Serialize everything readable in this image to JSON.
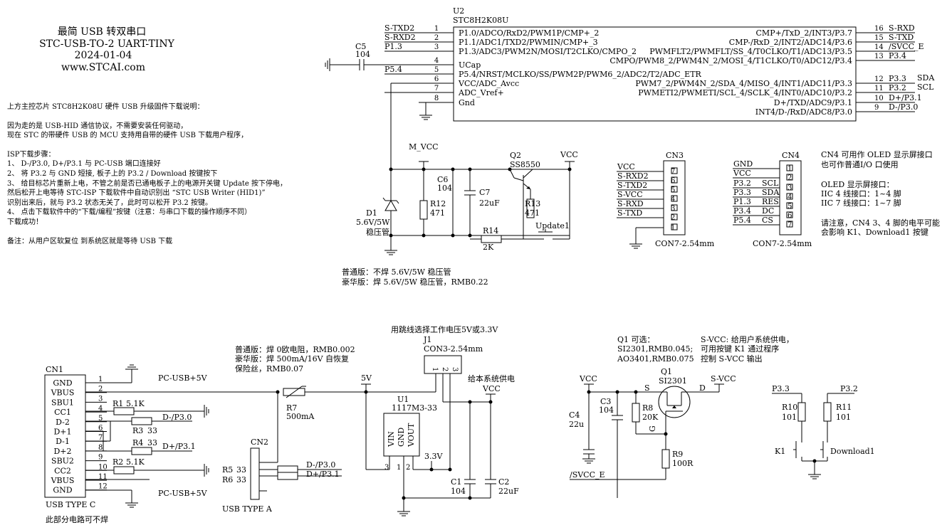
{
  "header": {
    "title_lines": [
      "最简 USB 转双串口",
      "STC-USB-TO-2 UART-TINY",
      "2024-01-04",
      "www.STCAI.com"
    ]
  },
  "notes": {
    "lines": [
      "上方主控芯片 STC8H2K08U 硬件 USB 升级固件下载说明：",
      "",
      "因为走的是 USB-HID 通信协议，不需要安装任何驱动，",
      "现在 STC 的带硬件 USB 的 MCU 支持用自带的硬件 USB 下载用户程序，",
      "",
      "ISP下载步骤：",
      "1、 D-/P3.0, D+/P3.1 与 PC-USB 端口连接好",
      "2、 将 P3.2 与 GND 短接, 板子上的 P3.2 / Download  按键按下",
      "3、 给目标芯片重新上电，不管之前是否已通电板子上的电源开关键 Update 按下停电，",
      "     然后松开上电等待 STC-ISP 下载软件中自动识别出 “STC USB Writer (HID1)”",
      "     识别出来后，就与 P3.2 状态无关了，此时可以松开 P3.2 按键。",
      "4、 点击下载软件中的“下载/编程”按键（注意：与串口下载的操作顺序不同）",
      "     下载成功！",
      "",
      "备注：从用户区软复位 到系统区就是等待 USB 下载"
    ]
  },
  "u2": {
    "ref": "U2",
    "part": "STC8H2K08U",
    "left_pins": [
      {
        "num": "1",
        "net": "S-TXD2",
        "name": "P1.0/ADCO/RxD2/PWM1P/CMP+_2"
      },
      {
        "num": "2",
        "net": "S-RXD2",
        "name": "P1.1/ADC1/TXD2/PWMIN/CMP+_3"
      },
      {
        "num": "3",
        "net": "P1.3",
        "name": "P1.3/ADC3/PWM2N/MOSI/T2CLKO/CMPO_2"
      },
      {
        "num": "4",
        "net": "",
        "name": "UCap"
      },
      {
        "num": "5",
        "net": "P5.4",
        "name": "P5.4/NRST/MCLKO/SS/PWM2P/PWM6_2/ADC2/T2/ADC_ETR"
      },
      {
        "num": "6",
        "net": "",
        "name": "VCC/ADC_Avcc"
      },
      {
        "num": "7",
        "net": "",
        "name": "ADC_Vref+"
      },
      {
        "num": "8",
        "net": "",
        "name": "Gnd"
      }
    ],
    "right_pins": [
      {
        "num": "16",
        "net": "S-RXD",
        "extra": "",
        "name": "CMP+/TxD_2/INT3/P3.7"
      },
      {
        "num": "15",
        "net": "S-TXD",
        "extra": "",
        "name": "CMP-/RxD_2/INT2/ADC14/P3.6"
      },
      {
        "num": "14",
        "net": "/SVCC_E",
        "extra": "",
        "name": "PWMFLT2/PWMFLT/SS_4/T0CLKO/T1/ADC13/P3.5"
      },
      {
        "num": "13",
        "net": "P3.4",
        "extra": "",
        "name": "CMPO/PWM8_2/PWM4N_2/MOSI_4/T1CLKO/T0/ADC12/P3.4"
      },
      {
        "num": "12",
        "net": "P3.3",
        "extra": "SDA",
        "name": "PWM7_2/PWM4N_2/SDA_4/MISO_4/INT1/ADC11/P3.3"
      },
      {
        "num": "11",
        "net": "P3.2",
        "extra": "SCL",
        "name": "PWMETI2/PWMETI/SCL_4/SCLK_4/INT0/ADC10/P3.2"
      },
      {
        "num": "10",
        "net": "D+/P3.1",
        "extra": "",
        "name": "D+/TXD/ADC9/P3.1"
      },
      {
        "num": "9",
        "net": "D-/P3.0",
        "extra": "",
        "name": "INT4/D-/RxD/ADC8/P3.0"
      }
    ]
  },
  "power_section": {
    "c5": {
      "ref": "C5",
      "value": "104"
    },
    "m_vcc": "M_VCC",
    "vcc": "VCC",
    "d1": {
      "ref": "D1",
      "value": "5.6V/5W",
      "desc": "稳压管"
    },
    "r12": {
      "ref": "R12",
      "value": "471"
    },
    "c6": {
      "ref": "C6",
      "value": "104"
    },
    "c7": {
      "ref": "C7",
      "value": "22uF"
    },
    "q2": {
      "ref": "Q2",
      "part": "SS8550"
    },
    "r13": {
      "ref": "R13",
      "value": "471"
    },
    "r14": {
      "ref": "R14",
      "value": "2K"
    },
    "update": "Update1",
    "version_notes": [
      "普通版：不焊 5.6V/5W 稳压管",
      "豪华版：焊   5.6V/5W 稳压管，RMB0.22"
    ]
  },
  "cn3": {
    "ref": "CN3",
    "footprint": "CON7-2.54mm",
    "pins": [
      {
        "num": "7",
        "net": "VCC"
      },
      {
        "num": "6",
        "net": "S-RXD2"
      },
      {
        "num": "5",
        "net": "S-TXD2"
      },
      {
        "num": "4",
        "net": "S-VCC"
      },
      {
        "num": "3",
        "net": "S-RXD"
      },
      {
        "num": "2",
        "net": "S-TXD"
      },
      {
        "num": "1",
        "net": ""
      }
    ]
  },
  "cn4": {
    "ref": "CN4",
    "footprint": "CON7-2.54mm",
    "pins": [
      {
        "num": "1",
        "net": "GND",
        "func": ""
      },
      {
        "num": "2",
        "net": "VCC",
        "func": ""
      },
      {
        "num": "3",
        "net": "P3.2",
        "func": "SCL"
      },
      {
        "num": "4",
        "net": "P3.3",
        "func": "SDA"
      },
      {
        "num": "5",
        "net": "P1.3",
        "func": "RES"
      },
      {
        "num": "6",
        "net": "P3.4",
        "func": "DC"
      },
      {
        "num": "7",
        "net": "P5.4",
        "func": "CS"
      }
    ],
    "notes": [
      "CN4 可用作 OLED 显示屏接口",
      "也可作普通I/O 口使用",
      "",
      "OLED 显示屏接口：",
      "IIC 4 线接口：1~4 脚",
      "IIC 7 线接口：1~7 脚",
      "",
      "请注意，CN4 3、4 脚的电平可能",
      "会影响 K1、Download1 按键"
    ]
  },
  "usb_section": {
    "cn1": {
      "ref": "CN1",
      "type": "USB TYPE C",
      "note": "此部分电路可不焊",
      "pins": [
        {
          "num": "1",
          "name": "GND"
        },
        {
          "num": "2",
          "name": "VBUS"
        },
        {
          "num": "3",
          "name": "SBU1"
        },
        {
          "num": "4",
          "name": "CC1"
        },
        {
          "num": "5",
          "name": "D-2"
        },
        {
          "num": "6",
          "name": "D+1"
        },
        {
          "num": "7",
          "name": "D-1"
        },
        {
          "num": "8",
          "name": "D+2"
        },
        {
          "num": "9",
          "name": "SBU2"
        },
        {
          "num": "10",
          "name": "CC2"
        },
        {
          "num": "11",
          "name": "VBUS"
        },
        {
          "num": "12",
          "name": "GND"
        }
      ]
    },
    "r1": {
      "ref": "R1",
      "value": "5.1K"
    },
    "r2": {
      "ref": "R2",
      "value": "5.1K"
    },
    "r3": {
      "ref": "R3",
      "value": "33"
    },
    "r4": {
      "ref": "R4",
      "value": "33"
    },
    "d_minus": "D-/P3.0",
    "d_plus": "D+/P3.1",
    "pc_usb": "PC-USB+5V",
    "r7": {
      "ref": "R7",
      "value": "500mA"
    },
    "r7_notes": [
      "普通版：焊 0欧电阻，RMB0.002",
      "豪华版：焊 500mA/16V 自恢复",
      "            保险丝，RMB0.07"
    ],
    "cn2": {
      "ref": "CN2",
      "type": "USB TYPE A"
    },
    "r5": {
      "ref": "R5",
      "value": "33"
    },
    "r6": {
      "ref": "R6",
      "value": "33"
    },
    "jumper_title": "用跳线选择工作电压5V或3.3V",
    "j1": {
      "ref": "J1",
      "footprint": "CON3-2.54mm",
      "pins": [
        "1",
        "2",
        "3"
      ]
    },
    "net_5v": "5V",
    "u1": {
      "ref": "U1",
      "part": "1117M3-33",
      "pins": [
        "VIN",
        "GND",
        "VOUT"
      ],
      "pinnums": [
        "3",
        "1",
        "2"
      ]
    },
    "net_3v3": "3.3V",
    "supply_label": "给本系统供电",
    "vcc": "VCC",
    "c1": {
      "ref": "C1",
      "value": "104"
    },
    "c2": {
      "ref": "C2",
      "value": "22uF"
    }
  },
  "q1_section": {
    "q1_notes": [
      "Q1 可选：",
      "SI2301,RMB0.045;",
      "AO3401,RMB0.075"
    ],
    "svcc_notes": [
      "S-VCC: 给用户系统供电，",
      "可用按键 K1 通过程序",
      "控制 S-VCC 输出"
    ],
    "vcc": "VCC",
    "c3": {
      "ref": "C3",
      "value": "104"
    },
    "c4": {
      "ref": "C4",
      "value": "22u"
    },
    "r8": {
      "ref": "R8",
      "value": "20K"
    },
    "q1": {
      "ref": "Q1",
      "part": "SI2301",
      "s": "S",
      "d": "D",
      "g": "G"
    },
    "r9": {
      "ref": "R9",
      "value": "100R"
    },
    "s_vcc": "S-VCC",
    "svcc_e": "/SVCC_E"
  },
  "key_section": {
    "p33": "P3.3",
    "p32": "P3.2",
    "r10": {
      "ref": "R10",
      "value": "101"
    },
    "r11": {
      "ref": "R11",
      "value": "101"
    },
    "k1": "K1",
    "download": "Download1"
  }
}
